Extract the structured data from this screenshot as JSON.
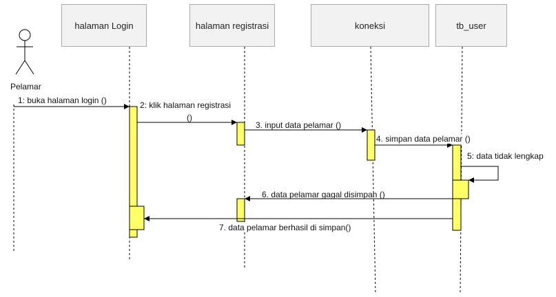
{
  "actor": {
    "name": "Pelamar"
  },
  "participants": {
    "login": "halaman Login",
    "registrasi": "halaman registrasi",
    "koneksi": "koneksi",
    "tb_user": "tb_user"
  },
  "messages": {
    "m1": "1: buka halaman login ()",
    "m2_line1": "2: klik halaman registrasi",
    "m2_line2": "()",
    "m3": "3. input data pelamar ()",
    "m4": "4. simpan data pelamar ()",
    "m5": "5: data tidak lengkap",
    "m6": "6. data pelamar gagal disimpan  ()",
    "m7": "7.  data pelamar berhasil di simpan()"
  },
  "colors": {
    "activation": "#ffff66",
    "line": "#000000",
    "box_fill": "#f2f2f2"
  }
}
